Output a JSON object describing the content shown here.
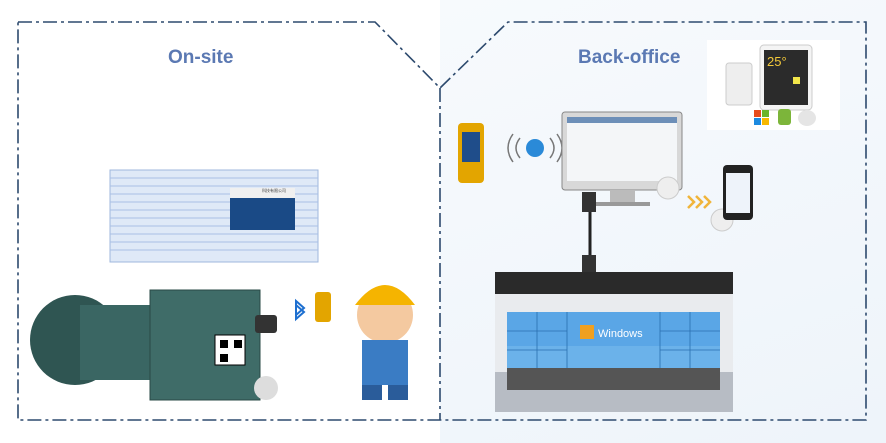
{
  "sections": {
    "onsite": {
      "title": "On-site",
      "sign_text": "科技有限公司"
    },
    "backoffice": {
      "title": "Back-office",
      "video_wall_text": "Windows",
      "tablet_temp": "25°"
    }
  },
  "icons": [
    "bluetooth-icon",
    "wifi-signal-icon",
    "windows-icon",
    "android-icon",
    "apple-icon",
    "user-icon",
    "arrow-chevrons-icon"
  ],
  "colors": {
    "frame": "#2d4a6e",
    "title": "#5b79b3"
  }
}
